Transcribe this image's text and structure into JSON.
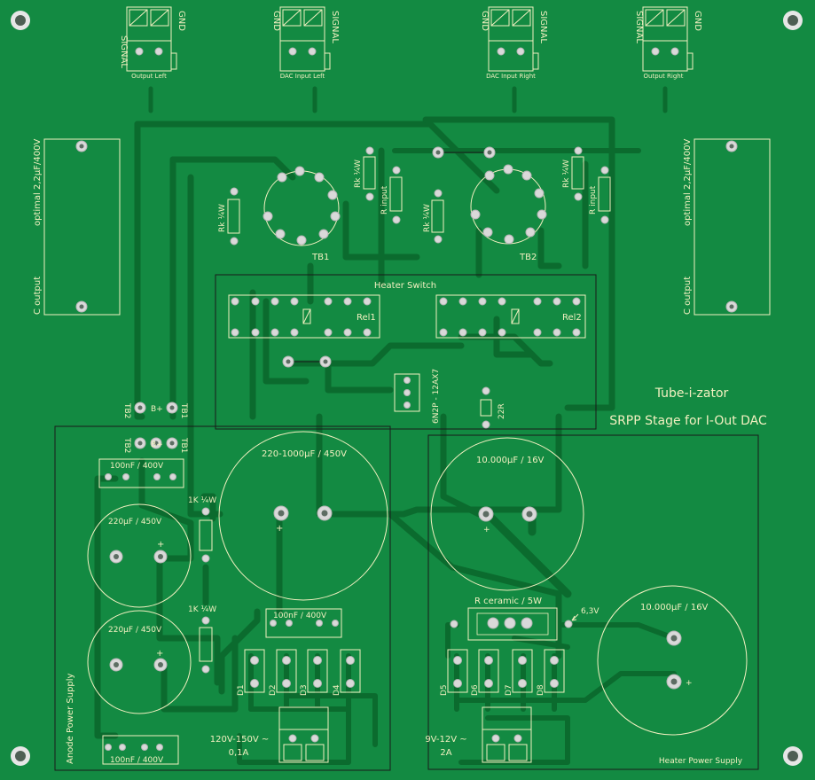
{
  "connectors_top": [
    {
      "left_pin": "SIGNAL",
      "right_pin": "GND",
      "caption": "Output Left"
    },
    {
      "left_pin": "GND",
      "right_pin": "SIGNAL",
      "caption": "DAC Input Left"
    },
    {
      "left_pin": "GND",
      "right_pin": "SIGNAL",
      "caption": "DAC Input Right"
    },
    {
      "left_pin": "SIGNAL",
      "right_pin": "GND",
      "caption": "Output Right"
    }
  ],
  "output_caps": {
    "left_top": "optimal 2,2µF/400V",
    "left_bottom": "C output",
    "right_top": "optimal 2,2µF/400V",
    "right_bottom": "C output"
  },
  "tubes": {
    "tb1": "TB1",
    "tb2": "TB2",
    "rk_left": "Rk ¼W",
    "rk_mid_left": "Rk ¼W",
    "r_input_left": "R input",
    "rk_mid_right": "Rk ¼W",
    "rk_right": "Rk ¼W",
    "r_input_right": "R input"
  },
  "heater_switch": {
    "title": "Heater Switch",
    "rel1": "Rel1",
    "rel2": "Rel2",
    "tube_type": "6N2P - 12AX7",
    "resistor": "22R"
  },
  "board_title": {
    "line1": "Tube-i-zator",
    "line2": "SRPP Stage for I-Out DAC"
  },
  "supply_pins": {
    "tb2": "TB2",
    "bplus": "B+",
    "tb1": "TB1"
  },
  "anode_supply": {
    "section_label": "Anode Power Supply",
    "cap_top": "100nF / 400V",
    "cap_220a": "220µF / 450V",
    "cap_220b": "220µF / 450V",
    "cap_big": "220-1000µF / 450V",
    "res_1k_a": "1K ¼W",
    "res_1k_b": "1K ¼W",
    "cap_100n_mid": "100nF / 400V",
    "cap_bottom": "100nF / 400V",
    "diodes": [
      "D1",
      "D2",
      "D3",
      "D4"
    ],
    "input_voltage": "120V-150V ~",
    "input_current": "0,1A"
  },
  "heater_supply": {
    "section_label": "Heater Power Supply",
    "cap_a": "10.000µF / 16V",
    "cap_b": "10.000µF / 16V",
    "resistor": "R ceramic / 5W",
    "voltage_mark": "6,3V",
    "diodes": [
      "D5",
      "D6",
      "D7",
      "D8"
    ],
    "input_voltage": "9V-12V ~",
    "input_current": "2A"
  },
  "colors": {
    "board": "#138a42",
    "trace": "#0b6b2e",
    "silkscreen": "#f2f0c0",
    "pad": "#d9d9d9"
  }
}
